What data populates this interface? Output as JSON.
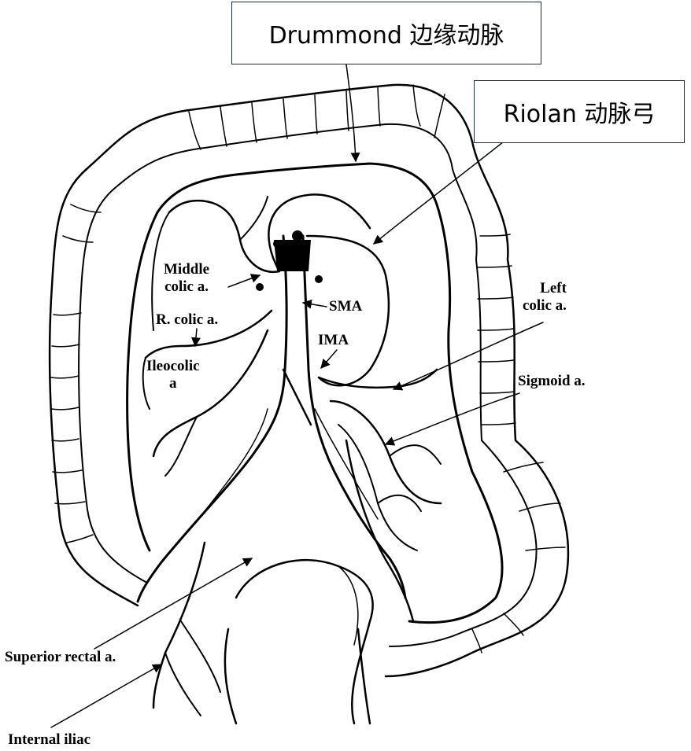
{
  "callouts": {
    "drummond": "Drummond 边缘动脉",
    "riolan": "Riolan 动脉弓"
  },
  "labels": {
    "middle_colic": [
      "Middle",
      "colic a."
    ],
    "r_colic": "R. colic a.",
    "ileocolic": [
      "Ileocolic",
      "a"
    ],
    "sma": "SMA",
    "ima": "IMA",
    "left_colic": [
      "Left",
      "colic a."
    ],
    "sigmoid": "Sigmoid a.",
    "superior_rectal": "Superior rectal a.",
    "internal_iliac": "Internal iliac"
  },
  "colors": {
    "ink": "#000000",
    "box_border": "#1f2a44",
    "background": "#ffffff"
  }
}
